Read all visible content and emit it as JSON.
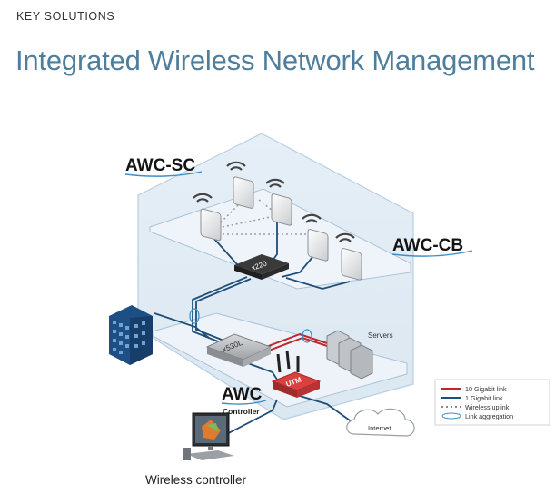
{
  "header": {
    "kicker": "KEY SOLUTIONS",
    "title": "Integrated Wireless Network Management"
  },
  "diagram": {
    "labels": {
      "awc_sc": "AWC-SC",
      "awc_cb": "AWC-CB",
      "awc": "AWC",
      "controller": "Controller",
      "servers": "Servers",
      "internet": "Internet",
      "switch_top": "x220",
      "switch_core": "x530L",
      "firewall": "UTM"
    },
    "legend": [
      {
        "label": "10 Gigabit link",
        "color": "#c0272d",
        "style": "solid"
      },
      {
        "label": "1 Gigabit link",
        "color": "#1f4e79",
        "style": "solid"
      },
      {
        "label": "Wireless uplink",
        "color": "#8a8a8a",
        "style": "dotted"
      },
      {
        "label": "Link aggregation",
        "color": "#3d8fc6",
        "style": "ellipse"
      }
    ],
    "colors": {
      "building": "#e4eef6",
      "building_stroke": "#b7cfe2",
      "floor": "#eef4fa",
      "ten_gig": "#c0272d",
      "one_gig": "#1f4e79",
      "accent": "#3d8fc6"
    }
  },
  "caption": "Wireless controller"
}
